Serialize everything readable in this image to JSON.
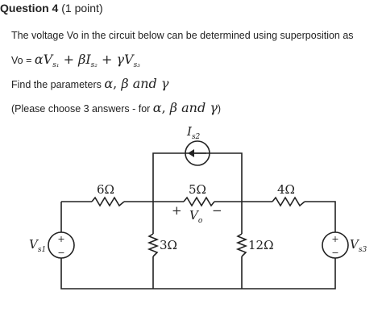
{
  "question": {
    "title": "Question 4",
    "points": "(1 point)"
  },
  "prompt": {
    "line1": "The voltage Vo in the circuit below can be determined using superposition as",
    "equation_lhs": "Vo = ",
    "find_text": "Find the parameters ",
    "choose_text": "(Please choose 3 answers  - for "
  },
  "math": {
    "alpha": "α",
    "beta": "β",
    "gamma": "γ",
    "V": "V",
    "I": "I",
    "plus": "+",
    "s1": "s₁",
    "s2": "s₂",
    "s3": "s₃",
    "and": "and",
    "comma": ",",
    "close_paren": ")"
  },
  "circuit": {
    "source_left": "V",
    "source_left_sub": "s1",
    "source_right": "V",
    "source_right_sub": "s3",
    "current_source": "I",
    "current_source_sub": "s2",
    "r_top_left": "6Ω",
    "r_top_mid": "5Ω",
    "r_top_right": "4Ω",
    "r_vertical_left": "3Ω",
    "r_vertical_right": "12Ω",
    "vo_plus": "+",
    "vo_minus": "−",
    "vo": "V",
    "vo_sub": "o"
  }
}
